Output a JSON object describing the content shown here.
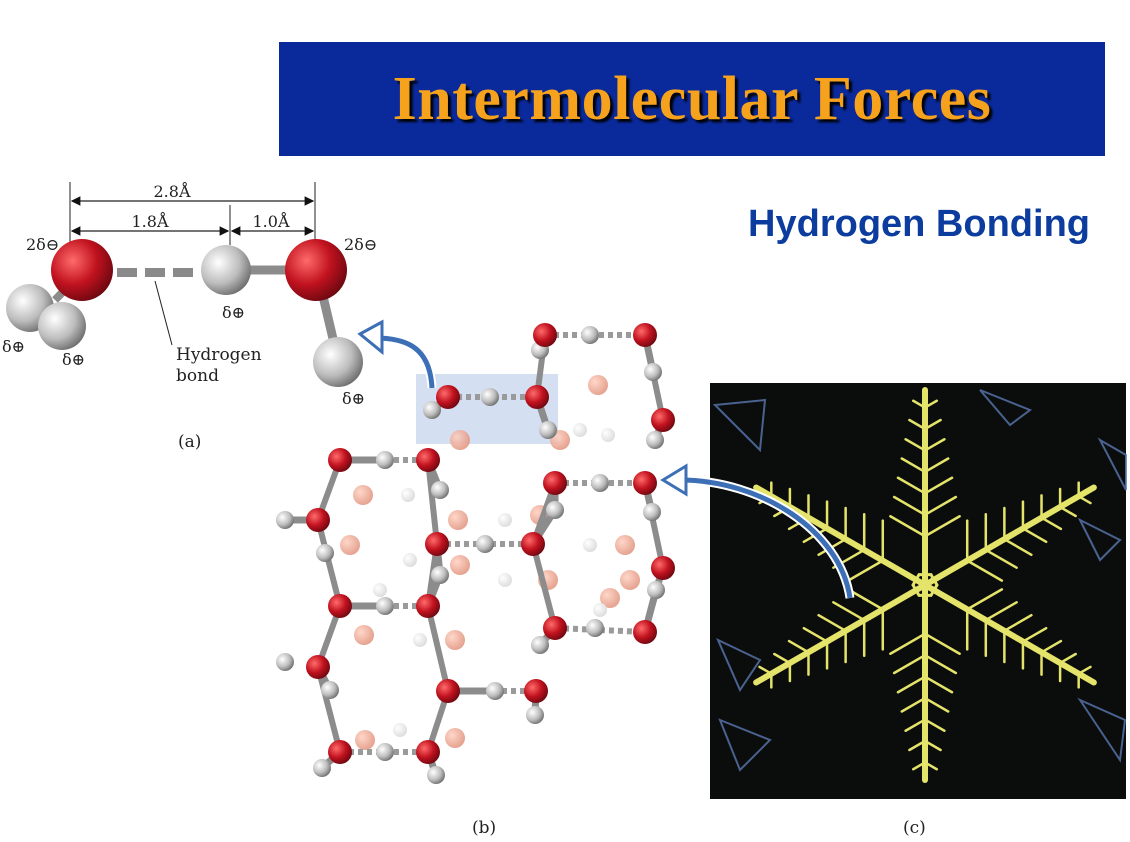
{
  "title": "Intermolecular Forces",
  "subtitle": "Hydrogen Bonding",
  "panel_a": {
    "dist_total": "2.8Å",
    "dist_hbond": "1.8Å",
    "dist_covalent": "1.0Å",
    "charge_oxygen": "2δ⊖",
    "charge_hydrogen": "δ⊕",
    "hbond_label_line1": "Hydrogen",
    "hbond_label_line2": "bond",
    "caption": "(a)"
  },
  "panel_b": {
    "caption": "(b)"
  },
  "panel_c": {
    "caption": "(c)"
  },
  "colors": {
    "title_bg": "#0a2a9c",
    "title_text": "#f7a21c",
    "subtitle": "#0b3c9e",
    "oxygen": "#c1121f",
    "hydrogen": "#bdbdbd",
    "arrow": "#3d6fb6",
    "snowflake": "#e4e36a"
  }
}
